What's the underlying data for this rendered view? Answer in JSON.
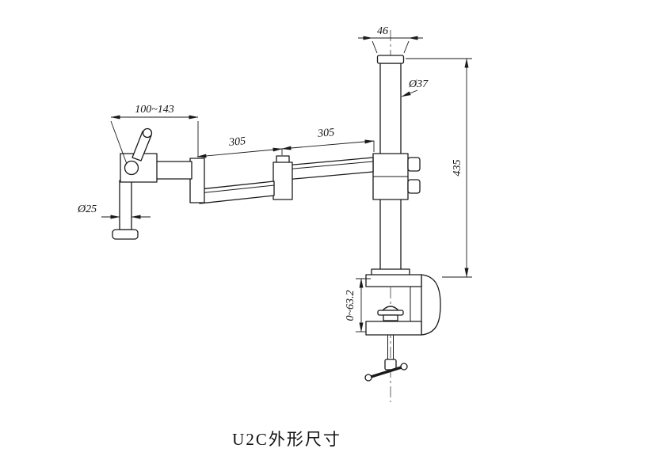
{
  "drawing": {
    "caption": "U2C外形尺寸",
    "dimensions": {
      "cap_width": "46",
      "pole_diameter": "Ø37",
      "column_height": "435",
      "head_adjust_range": "100~143",
      "arm_segment_left": "305",
      "arm_segment_right": "305",
      "post_diameter": "Ø25",
      "clamp_opening_range": "0~63.2"
    },
    "colors": {
      "line": "#1a1a1a",
      "background": "#ffffff"
    }
  }
}
